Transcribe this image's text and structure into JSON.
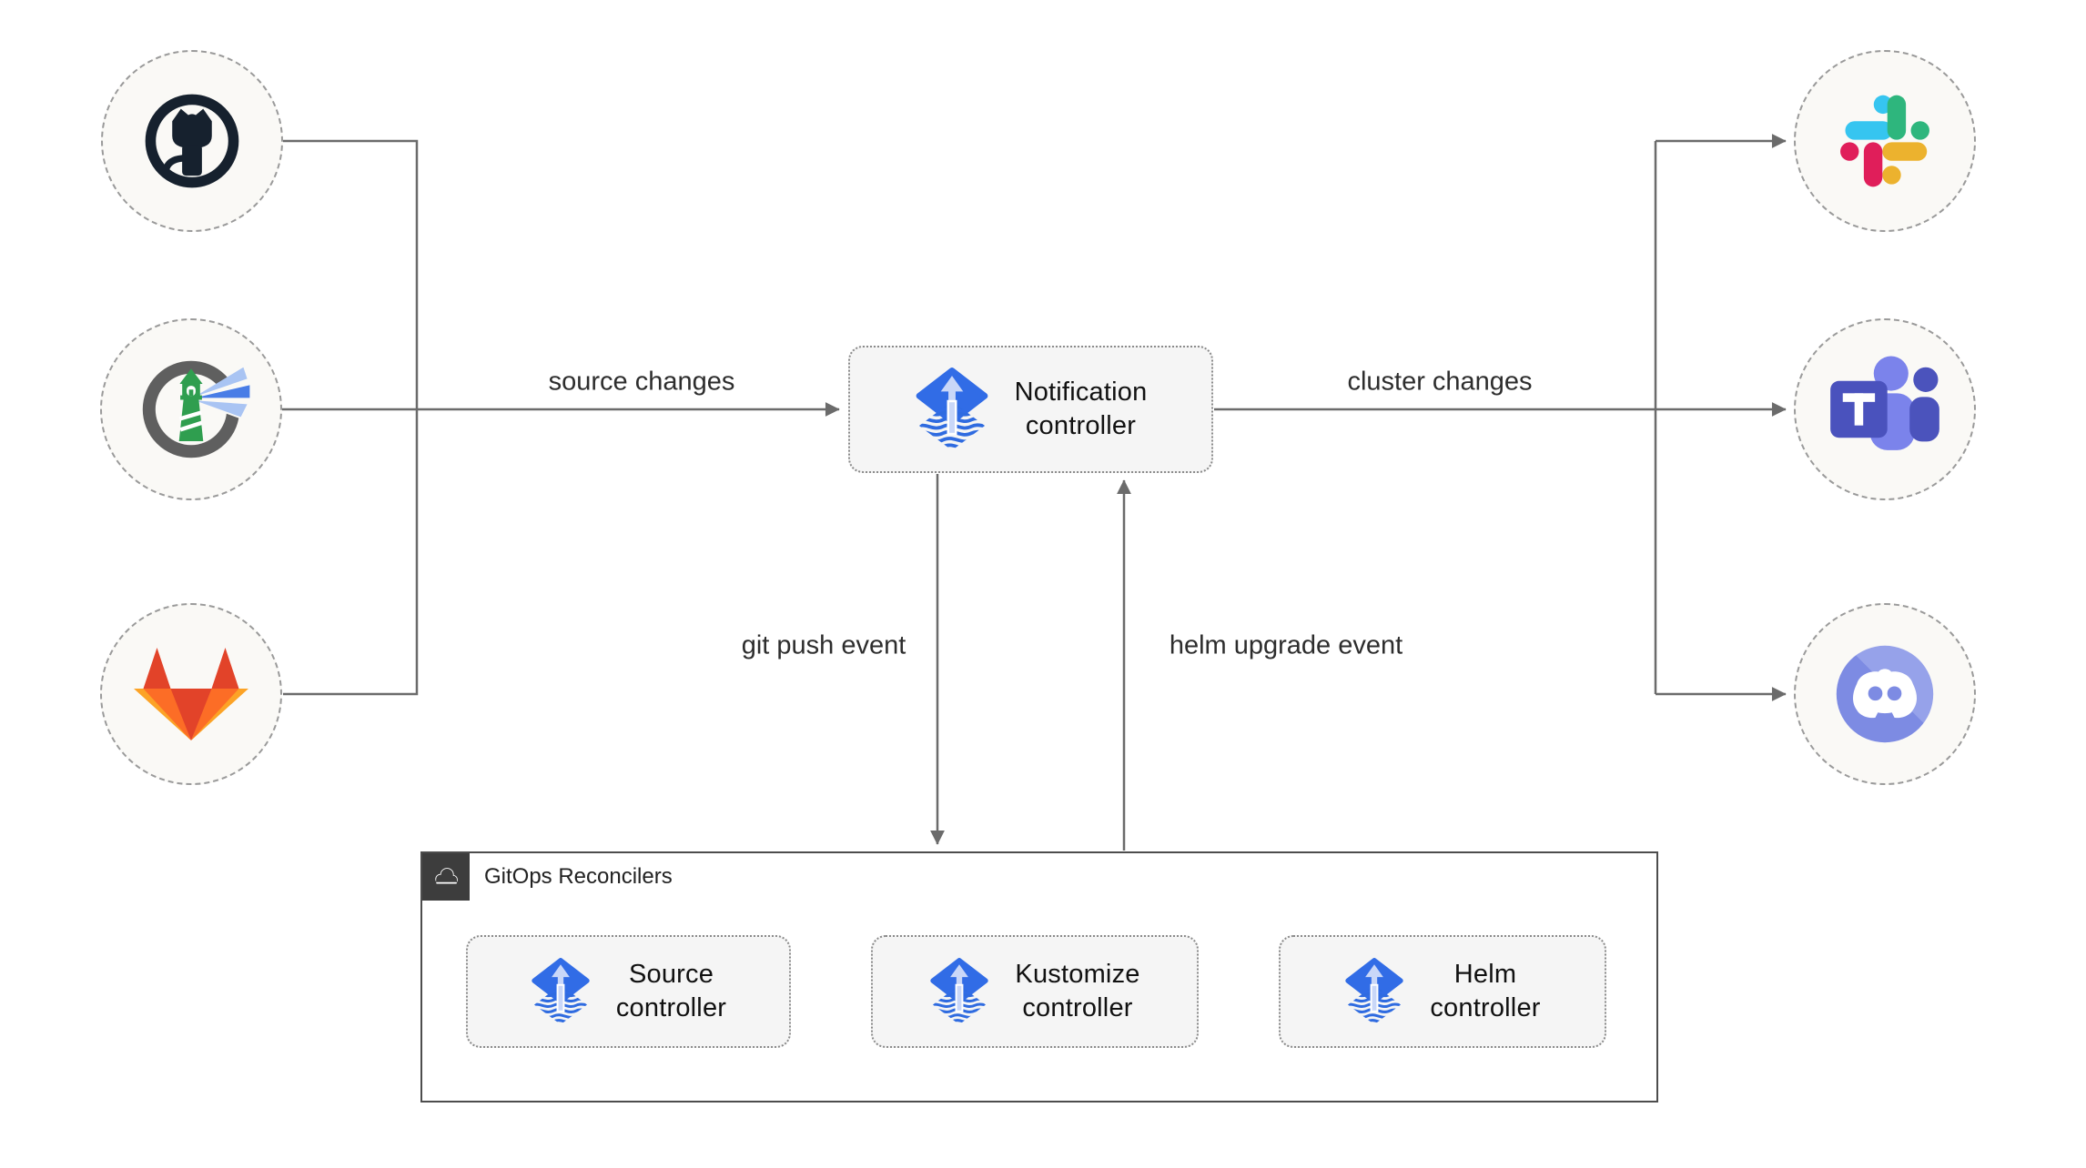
{
  "colors": {
    "line": "#6b6b6b",
    "node_fill": "#faf9f6",
    "node_border": "#9a9a9a",
    "box_fill": "#f5f5f5",
    "box_border": "#8a8a8a",
    "flux_blue": "#316ce6",
    "flux_arrow_light": "#c9d7f8",
    "container_border": "#4d4d4d",
    "header_bg": "#3d3d3d",
    "label_text": "#2d2d2d"
  },
  "sources": [
    {
      "name": "GitHub",
      "icon": "github-icon"
    },
    {
      "name": "Harbor",
      "icon": "harbor-icon"
    },
    {
      "name": "GitLab",
      "icon": "gitlab-icon"
    }
  ],
  "targets": [
    {
      "name": "Slack",
      "icon": "slack-icon"
    },
    {
      "name": "Microsoft Teams",
      "icon": "teams-icon"
    },
    {
      "name": "Discord",
      "icon": "discord-icon"
    }
  ],
  "nodes": {
    "notification": {
      "label": "Notification\ncontroller",
      "icon": "flux-icon"
    },
    "source": {
      "label": "Source\ncontroller",
      "icon": "flux-icon"
    },
    "kustomize": {
      "label": "Kustomize\ncontroller",
      "icon": "flux-icon"
    },
    "helm": {
      "label": "Helm\ncontroller",
      "icon": "flux-icon"
    }
  },
  "container": {
    "label": "GitOps Reconcilers",
    "icon": "cloud-icon"
  },
  "edge_labels": {
    "source_changes": "source changes",
    "cluster_changes": "cluster changes",
    "git_push_event": "git push event",
    "helm_upgrade_event": "helm upgrade event"
  }
}
